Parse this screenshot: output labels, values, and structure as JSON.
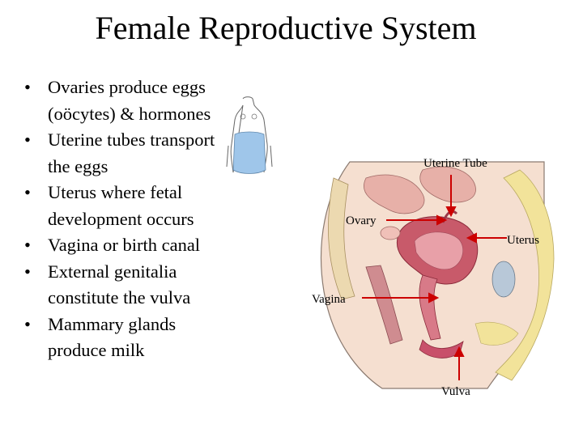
{
  "slide": {
    "title": "Female Reproductive System",
    "bullets": [
      "Ovaries produce eggs (oöcytes) & hormones",
      "Uterine tubes transport the eggs",
      "Uterus where fetal development occurs",
      "Vagina or birth canal",
      "External genitalia constitute the vulva",
      "Mammary glands produce milk"
    ]
  },
  "diagram": {
    "labels": {
      "uterine_tube": "Uterine Tube",
      "ovary": "Ovary",
      "uterus": "Uterus",
      "vagina": "Vagina",
      "vulva": "Vulva"
    },
    "colors": {
      "arrow": "#cc0000",
      "tissue_pink": "#e8a0a8",
      "muscle_red": "#c04050",
      "fat_yellow": "#f2e39a",
      "bladder_blue": "#b8c8d8",
      "outline": "#7a6a6a"
    }
  }
}
